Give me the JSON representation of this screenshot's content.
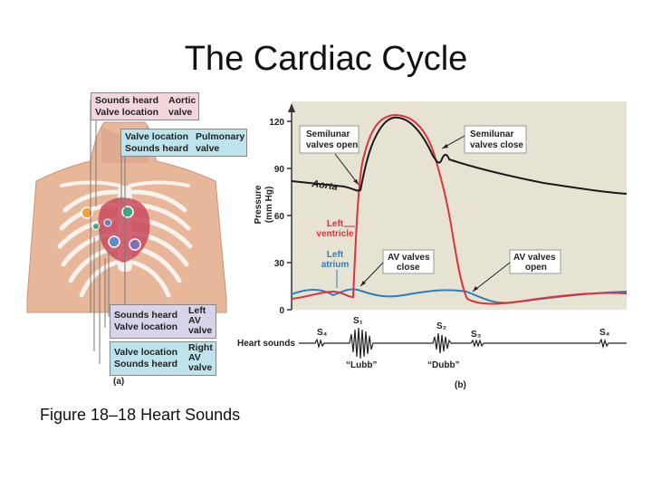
{
  "slide": {
    "title": "The Cardiac Cycle",
    "caption": "Figure 18–18 Heart Sounds"
  },
  "panel_a": {
    "label": "(a)",
    "aortic": {
      "lines": [
        "Sounds heard",
        "Valve location"
      ],
      "valve": [
        "Aortic",
        "valve"
      ]
    },
    "pulmonary": {
      "lines": [
        "Valve location",
        "Sounds heard"
      ],
      "valve": [
        "Pulmonary",
        "valve"
      ]
    },
    "left_av": {
      "lines": [
        "Sounds heard",
        "Valve location"
      ],
      "valve": [
        "Left",
        "AV",
        "valve"
      ]
    },
    "right_av": {
      "lines": [
        "Valve location",
        "Sounds heard"
      ],
      "valve": [
        "Right",
        "AV",
        "valve"
      ]
    }
  },
  "panel_b": {
    "label": "(b)",
    "y_axis_label": [
      "Pressure",
      "(mm Hg)"
    ],
    "y_ticks": [
      "120",
      "90",
      "60",
      "30",
      "0"
    ],
    "aorta_label": "Aorta",
    "left_ventricle_label": [
      "Left",
      "ventricle"
    ],
    "left_atrium_label": [
      "Left",
      "atrium"
    ],
    "callouts": {
      "semilunar_open": [
        "Semilunar",
        "valves open"
      ],
      "semilunar_close": [
        "Semilunar",
        "valves close"
      ],
      "av_close": [
        "AV valves",
        "close"
      ],
      "av_open": [
        "AV valves",
        "open"
      ]
    },
    "heart_sounds": {
      "label": "Heart sounds",
      "s4a": "S4",
      "s1": "S1",
      "s2": "S2",
      "s3": "S3",
      "s4b": "S4",
      "lubb": "“Lubb”",
      "dubb": "“Dubb”"
    },
    "colors": {
      "aorta": "#1a1a1a",
      "ventricle": "#e0303a",
      "atrium": "#2c7fc0",
      "plot_bg": "#e6e3d3"
    }
  }
}
